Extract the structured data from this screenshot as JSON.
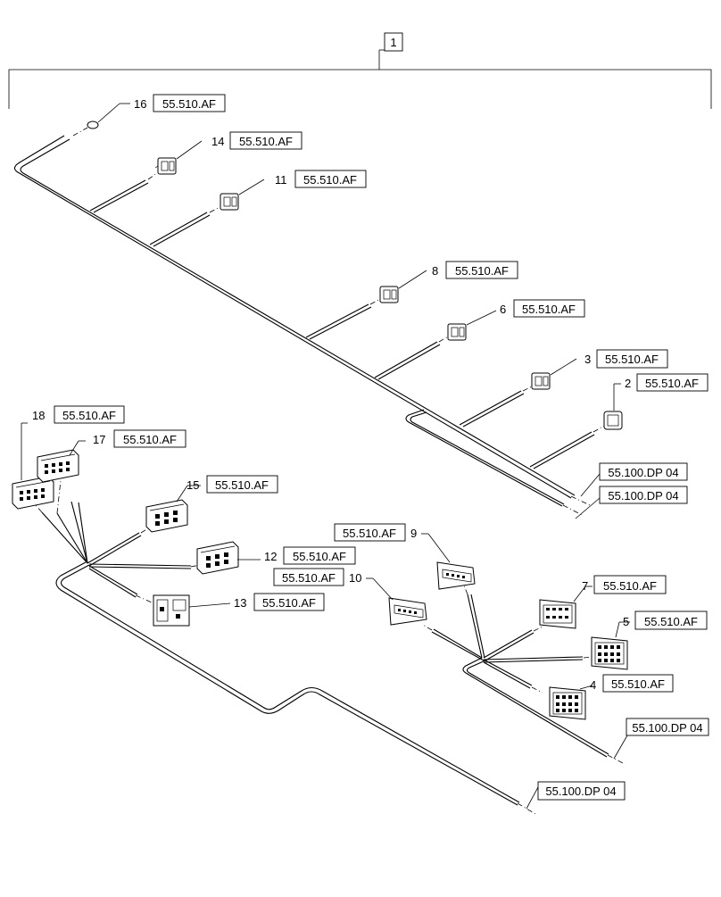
{
  "assembly": {
    "item_number": "1"
  },
  "callouts": {
    "c16": {
      "item": "16",
      "ref": "55.510.AF"
    },
    "c14": {
      "item": "14",
      "ref": "55.510.AF"
    },
    "c11": {
      "item": "11",
      "ref": "55.510.AF"
    },
    "c8": {
      "item": "8",
      "ref": "55.510.AF"
    },
    "c6": {
      "item": "6",
      "ref": "55.510.AF"
    },
    "c3": {
      "item": "3",
      "ref": "55.510.AF"
    },
    "c2": {
      "item": "2",
      "ref": "55.510.AF"
    },
    "c18": {
      "item": "18",
      "ref": "55.510.AF"
    },
    "c17": {
      "item": "17",
      "ref": "55.510.AF"
    },
    "c15": {
      "item": "15",
      "ref": "55.510.AF"
    },
    "c12": {
      "item": "12",
      "ref": "55.510.AF"
    },
    "c13": {
      "item": "13",
      "ref": "55.510.AF"
    },
    "c9": {
      "item": "9",
      "ref": "55.510.AF"
    },
    "c10": {
      "item": "10",
      "ref": "55.510.AF"
    },
    "c7": {
      "item": "7",
      "ref": "55.510.AF"
    },
    "c5": {
      "item": "5",
      "ref": "55.510.AF"
    },
    "c4": {
      "item": "4",
      "ref": "55.510.AF"
    }
  },
  "continuations": {
    "upper_a": "55.100.DP 04",
    "upper_b": "55.100.DP 04",
    "lower_right": "55.100.DP 04",
    "lower_bottom": "55.100.DP 04"
  }
}
